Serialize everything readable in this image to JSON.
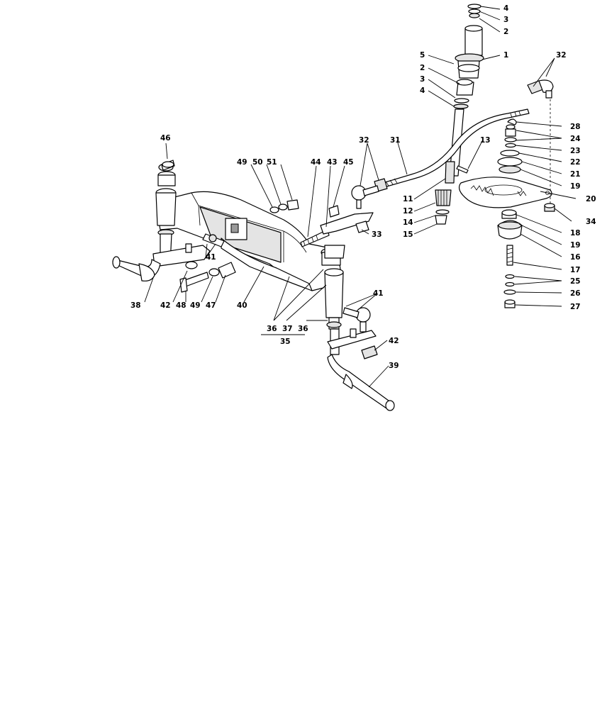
{
  "labels": {
    "l1": "1",
    "l2a": "2",
    "l2b": "2",
    "l3a": "3",
    "l3b": "3",
    "l4a": "4",
    "l4b": "4",
    "l5": "5",
    "l11": "11",
    "l12": "12",
    "l13": "13",
    "l14": "14",
    "l15": "15",
    "l16": "16",
    "l17": "17",
    "l18": "18",
    "l19a": "19",
    "l19b": "19",
    "l20": "20",
    "l21": "21",
    "l22": "22",
    "l23": "23",
    "l24": "24",
    "l25": "25",
    "l26": "26",
    "l27": "27",
    "l28": "28",
    "l31": "31",
    "l32a": "32",
    "l32b": "32",
    "l33": "33",
    "l34": "34",
    "l35": "35",
    "l36a": "36",
    "l36b": "36",
    "l37": "37",
    "l38": "38",
    "l39": "39",
    "l40": "40",
    "l41a": "41",
    "l41b": "41",
    "l42a": "42",
    "l42b": "42",
    "l43": "43",
    "l44": "44",
    "l45": "45",
    "l46": "46",
    "l47": "47",
    "l48": "48",
    "l49a": "49",
    "l49b": "49",
    "l50": "50",
    "l51": "51"
  }
}
